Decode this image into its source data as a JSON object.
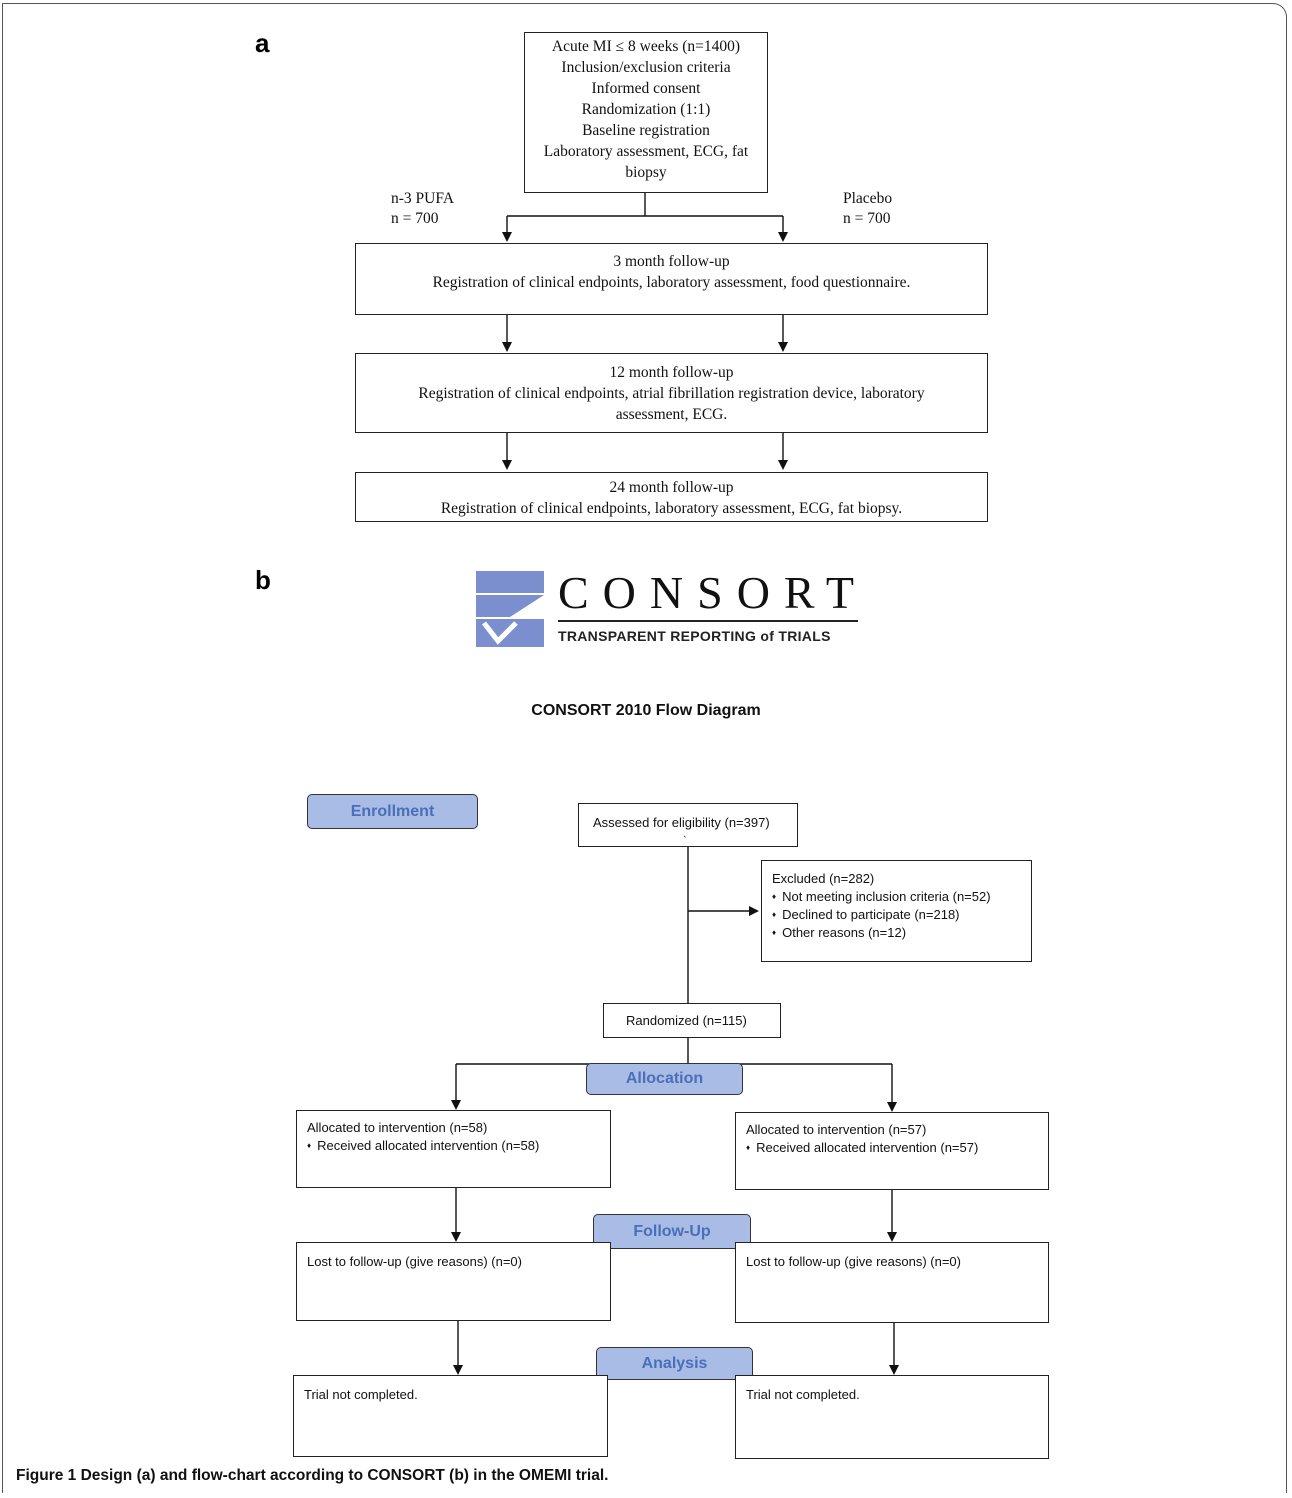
{
  "panel_a": {
    "label": "a",
    "top_box": [
      "Acute MI ≤ 8 weeks (n=1400)",
      "Inclusion/exclusion criteria",
      "Informed consent",
      "Randomization (1:1)",
      "Baseline registration",
      "Laboratory assessment, ECG, fat",
      "biopsy"
    ],
    "left_arm": [
      "n-3 PUFA",
      "n = 700"
    ],
    "right_arm": [
      "Placebo",
      "n = 700"
    ],
    "box_3m": [
      "3 month follow-up",
      "Registration of clinical endpoints, laboratory assessment, food questionnaire."
    ],
    "box_12m": [
      "12 month follow-up",
      "Registration of clinical endpoints, atrial fibrillation registration device, laboratory",
      "assessment, ECG."
    ],
    "box_24m": [
      "24 month follow-up",
      "Registration of clinical endpoints, laboratory assessment, ECG, fat biopsy."
    ]
  },
  "panel_b": {
    "label": "b",
    "logo": {
      "name": "CONSORT",
      "subtitle": "TRANSPARENT REPORTING of TRIALS",
      "color": "#7b8fcf"
    },
    "title": "CONSORT 2010 Flow Diagram",
    "stages": {
      "enrollment": "Enrollment",
      "allocation": "Allocation",
      "followup": "Follow-Up",
      "analysis": "Analysis"
    },
    "assessed": "Assessed for eligibility (n=397)",
    "assessed_mark": "`",
    "excluded": {
      "title": "Excluded  (n=282)",
      "items": [
        "Not meeting inclusion criteria (n=52)",
        "Declined to participate (n=218)",
        "Other reasons (n=12)"
      ]
    },
    "randomized": "Randomized (n=115)",
    "alloc_left": {
      "title": "Allocated to intervention (n=58)",
      "item": "Received allocated intervention (n=58)"
    },
    "alloc_right": {
      "title": "Allocated to intervention (n=57)",
      "item": "Received allocated intervention (n=57)"
    },
    "lost_left": "Lost to follow-up (give reasons) (n=0)",
    "lost_right": "Lost to follow-up (give reasons) (n=0)",
    "analysis_left": "Trial not completed.",
    "analysis_right": "Trial not completed.",
    "stage_color": "#a9bce6"
  },
  "caption": {
    "text": "Figure 1 Design (a) and flow-chart according to CONSORT (b) in the OMEMI trial."
  }
}
